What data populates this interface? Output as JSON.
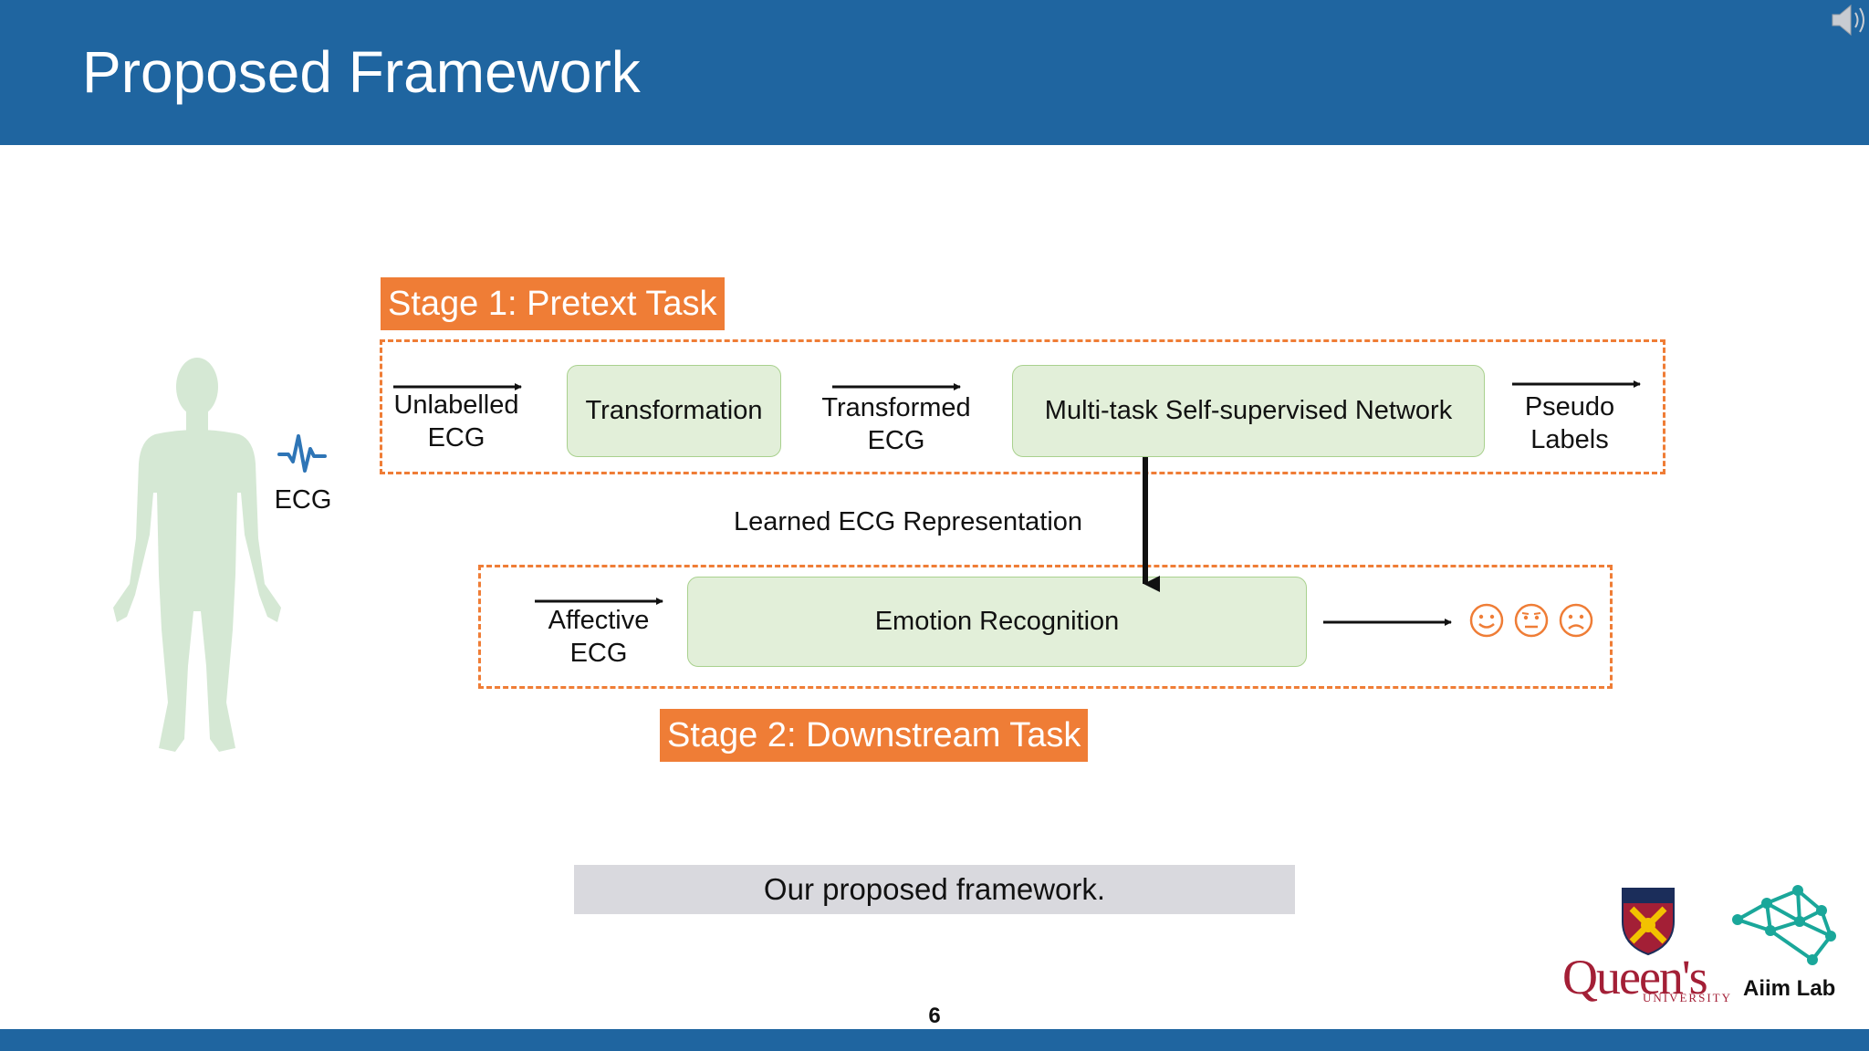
{
  "slide": {
    "title": "Proposed Framework",
    "page_number": "6"
  },
  "stage1": {
    "label": "Stage 1: Pretext Task",
    "input_label": [
      "Unlabelled",
      "ECG"
    ],
    "transformation": "Transformation",
    "transformed_label": [
      "Transformed",
      "ECG"
    ],
    "network": "Multi-task Self-supervised Network",
    "output_label": [
      "Pseudo",
      "Labels"
    ]
  },
  "body": {
    "ecg_label": "ECG"
  },
  "representation_label": "Learned ECG Representation",
  "stage2": {
    "label": "Stage 2: Downstream Task",
    "input_label": [
      "Affective",
      "ECG"
    ],
    "emotion": "Emotion Recognition",
    "faces": [
      "smiling-face-icon",
      "neutral-face-icon",
      "frowning-face-icon"
    ]
  },
  "caption": "Our proposed framework.",
  "logos": {
    "queens_wordmark": "Queen's",
    "queens_sub": "UNIVERSITY",
    "aiim_label": "Aiim Lab"
  },
  "colors": {
    "header": "#1f65a0",
    "stage_orange": "#ef7d36",
    "box_fill": "#e2efd9",
    "box_border": "#a9d18e",
    "body_silhouette": "#d5e8d4",
    "ecg_icon": "#2e75b6",
    "caption_bg": "#d9d9de",
    "queens_red": "#a31f36",
    "aiim_teal": "#1aa79a"
  }
}
